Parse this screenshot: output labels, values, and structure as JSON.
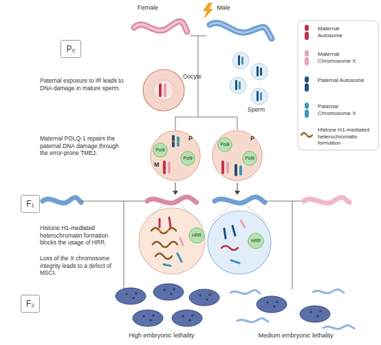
{
  "diagram": {
    "nodes": [
      {
        "text": [
          "P₀"
        ]
      },
      {
        "text": [
          "P",
          "M"
        ]
      },
      {
        "text": [
          "Polθ"
        ],
        "in": 1
      },
      {
        "text": [
          "Polθ"
        ],
        "in": 1
      },
      {
        "text": [
          "P"
        ]
      },
      {
        "text": [
          "Polθ"
        ],
        "in": 4
      },
      {
        "text": [
          "Polθ"
        ],
        "in": 4
      },
      {
        "text": [
          "F₁"
        ]
      },
      {
        "text": [
          "HRR"
        ]
      },
      {
        "text": [
          "HRR"
        ]
      },
      {
        "text": [
          "F₂"
        ]
      }
    ],
    "labels": [
      "Female",
      "Male",
      "Oocyte",
      "Sperm",
      "Paternal exposure to IR leads to DNA damage in mature sperm.",
      "Maternal POLQ-1 repairs the paternal DNA damage through the error-prone TMEJ.",
      "Histone H1-mediated heterochromatin formation blocks the usage of HRR.",
      "Loss of the X chromosome integrity leads to a defect of MSCI.",
      "High embryonic lethality",
      "Medium embryonic lethality"
    ],
    "legend": [
      {
        "text": "Maternal Autosome"
      },
      {
        "text": "Maternal Chromosome X"
      },
      {
        "text": "Paternal Autosome"
      },
      {
        "text": "Paternal Chromosome X"
      },
      {
        "text": "Histone H1-mediated heterochromatin formation"
      }
    ]
  }
}
